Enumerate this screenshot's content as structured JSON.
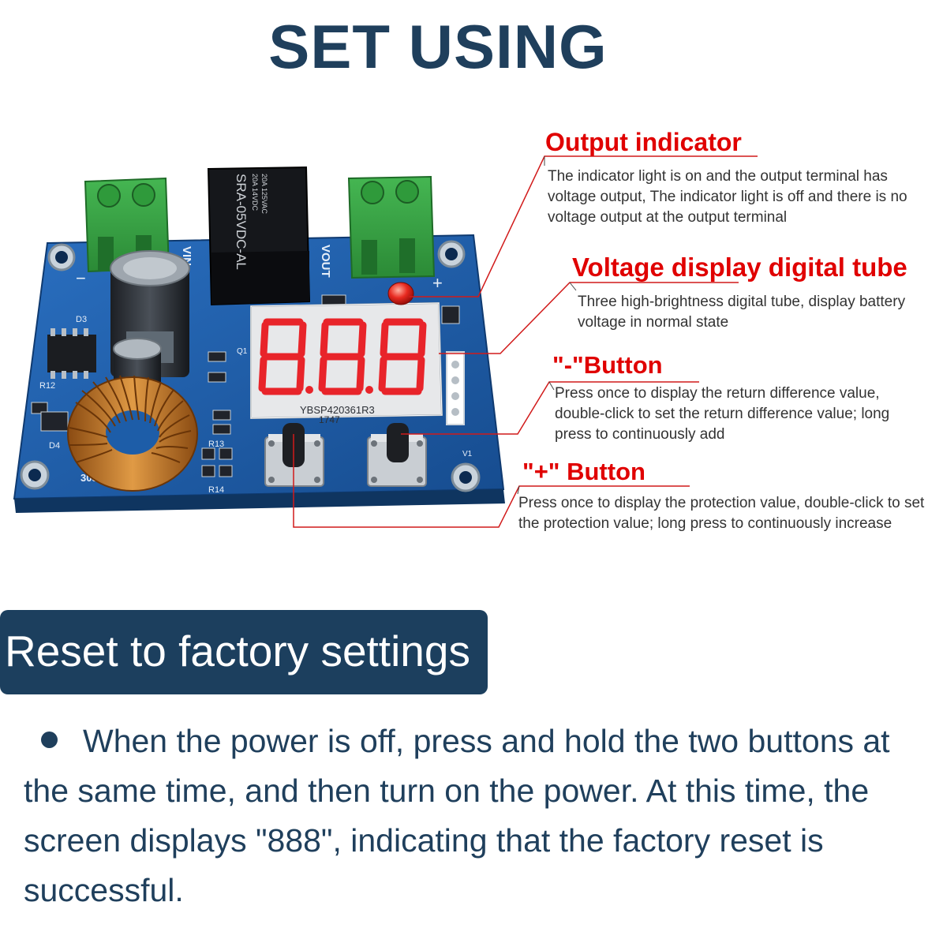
{
  "header": {
    "title": "SET USING"
  },
  "board": {
    "relay_label": "SRA-05VDC-AL",
    "relay_spec_1": "20A 14VDC",
    "relay_spec_2": "20A 125VAC",
    "vin_label": "VIN",
    "vout_label": "VOUT",
    "display_model": "YBSP420361R3",
    "display_code": "1747",
    "label_d3": "D3",
    "label_d4": "D4",
    "label_r12": "R12",
    "label_r13": "R13",
    "label_r14": "R14",
    "label_v1": "V1",
    "label_q1": "Q1",
    "label_303": "303",
    "minus_sign": "−",
    "plus_sign": "+",
    "colors": {
      "pcb": "#1d5da8",
      "terminal": "#3aa845",
      "segment": "#e8242a",
      "coil": "#c77a2a"
    }
  },
  "callouts": [
    {
      "title": "Output indicator",
      "desc": "The indicator light is on and the output terminal has voltage output, The indicator light is off and there is no voltage output at the output terminal"
    },
    {
      "title": "Voltage display digital tube",
      "desc": "Three high-brightness digital tube, display battery voltage in normal state"
    },
    {
      "title": "\"-\"Button",
      "desc": "Press once to display the return difference value, double-click to set the return difference value; long press to continuously add"
    },
    {
      "title": "\"+\" Button",
      "desc": "Press once to display the protection value, double-click to set the protection value; long press to continuously increase"
    }
  ],
  "reset": {
    "heading": "Reset to factory settings",
    "text": "When the power is off, press and hold the two buttons at the same time, and then turn on the power. At this time, the screen displays \"888\", indicating that the factory reset is successful."
  }
}
